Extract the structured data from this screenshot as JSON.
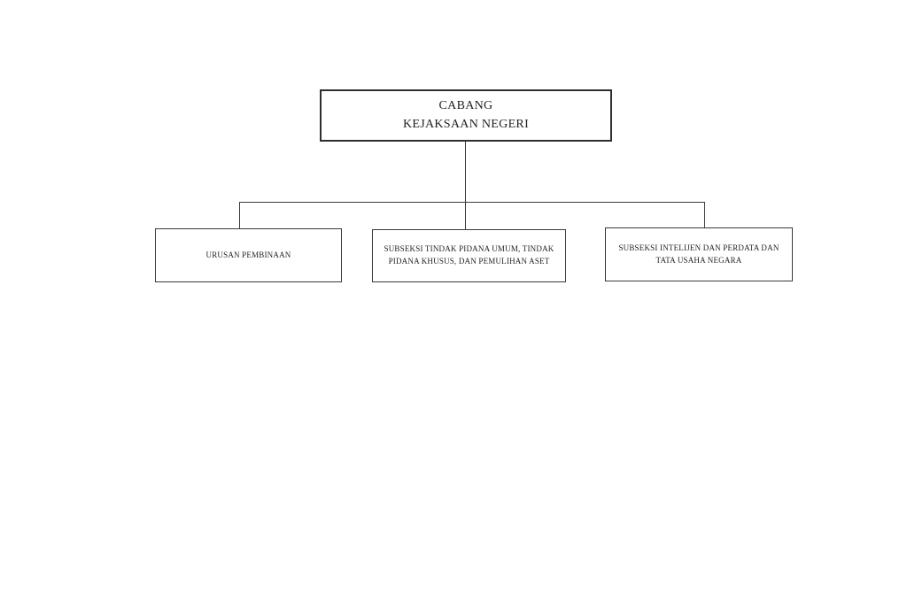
{
  "org_chart": {
    "type": "org-chart",
    "root": {
      "label": "CABANG\nKEJAKSAAN NEGERI"
    },
    "children": [
      {
        "label": "URUSAN PEMBINAAN"
      },
      {
        "label": "SUBSEKSI TINDAK PIDANA UMUM, TINDAK\nPIDANA KHUSUS, DAN PEMULIHAN ASET"
      },
      {
        "label": "SUBSEKSI INTELIJEN DAN PERDATA DAN\nTATA USAHA NEGARA"
      }
    ]
  },
  "colors": {
    "line": "#3a3a3a",
    "root_border": "#2e2e2e",
    "text": "#1f1f1f",
    "background": "#ffffff"
  }
}
